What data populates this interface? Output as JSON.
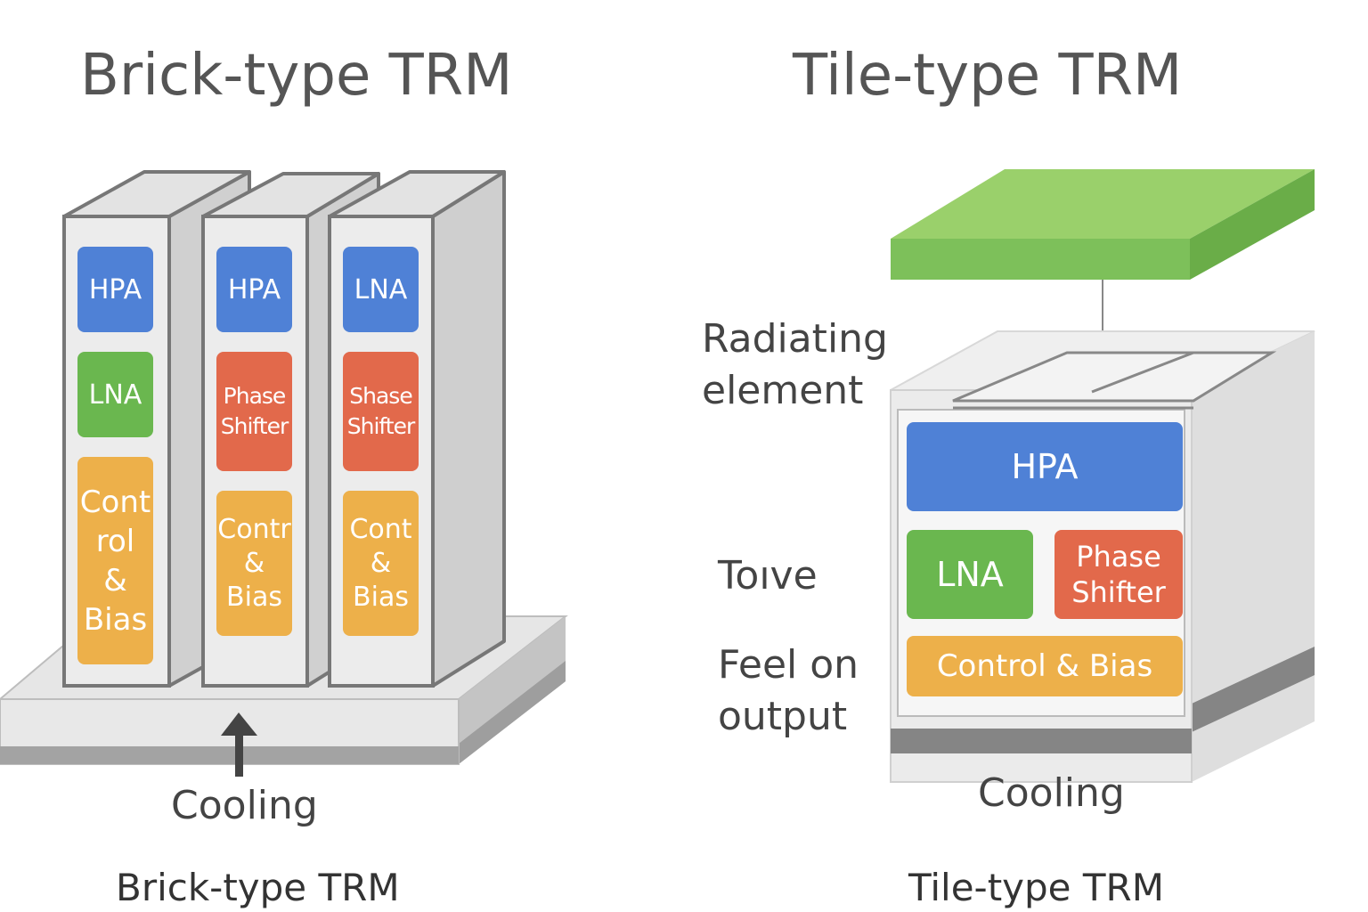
{
  "brick": {
    "title": "Brick-type TRM",
    "caption": "Brick-type TRM",
    "cooling_label": "Cooling",
    "modules": [
      {
        "blocks": [
          "HPA",
          "LNA",
          "Cont rol & Bias"
        ]
      },
      {
        "blocks": [
          "HPA",
          "Phase Shifter",
          "Contr & Bias"
        ]
      },
      {
        "blocks": [
          "LNA",
          "Shase Shifter",
          "Cont & Bias"
        ]
      }
    ]
  },
  "tile": {
    "title": "Tile-type TRM",
    "caption": "Tile-type TRM",
    "cooling_label": "Cooling",
    "labels": {
      "radiating": "Radiating element",
      "toive": "Toıve",
      "feel": "Feel on output"
    },
    "blocks": {
      "hpa": "HPA",
      "lna": "LNA",
      "phase": "Phase Shifter",
      "control": "Control & Bias"
    }
  },
  "colors": {
    "hpa": "#4f81d6",
    "lna": "#6ab74f",
    "phase": "#e2694b",
    "control": "#edb04a",
    "radiator": "#7dc05a"
  }
}
